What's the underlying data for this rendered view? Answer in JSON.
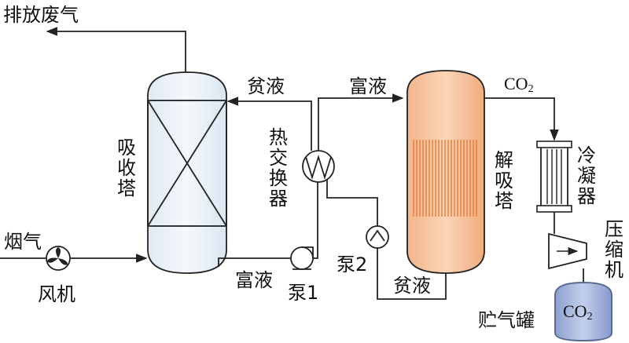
{
  "labels": {
    "exhaust": "排放废气",
    "absorber": "吸收塔",
    "heat_exchanger": "热交换器",
    "desorber": "解吸塔",
    "condenser": "冷凝器",
    "compressor": "压缩机",
    "lean_top": "贫液",
    "rich_top": "富液",
    "rich_bottom": "富液",
    "lean_bottom": "贫液",
    "flue_gas": "烟气",
    "fan": "风机",
    "pump1": "泵1",
    "pump2": "泵2",
    "storage": "贮气罐",
    "co2_text": "CO",
    "co2_sub": "2"
  },
  "colors": {
    "line": "#222222",
    "absorber_fill": "#e9f1f8",
    "desorber_fill": "#f7c8a4",
    "desorber_band": "#e9793a",
    "tank_fill": "#a9b9df",
    "tank_stroke": "#5a6b96"
  }
}
